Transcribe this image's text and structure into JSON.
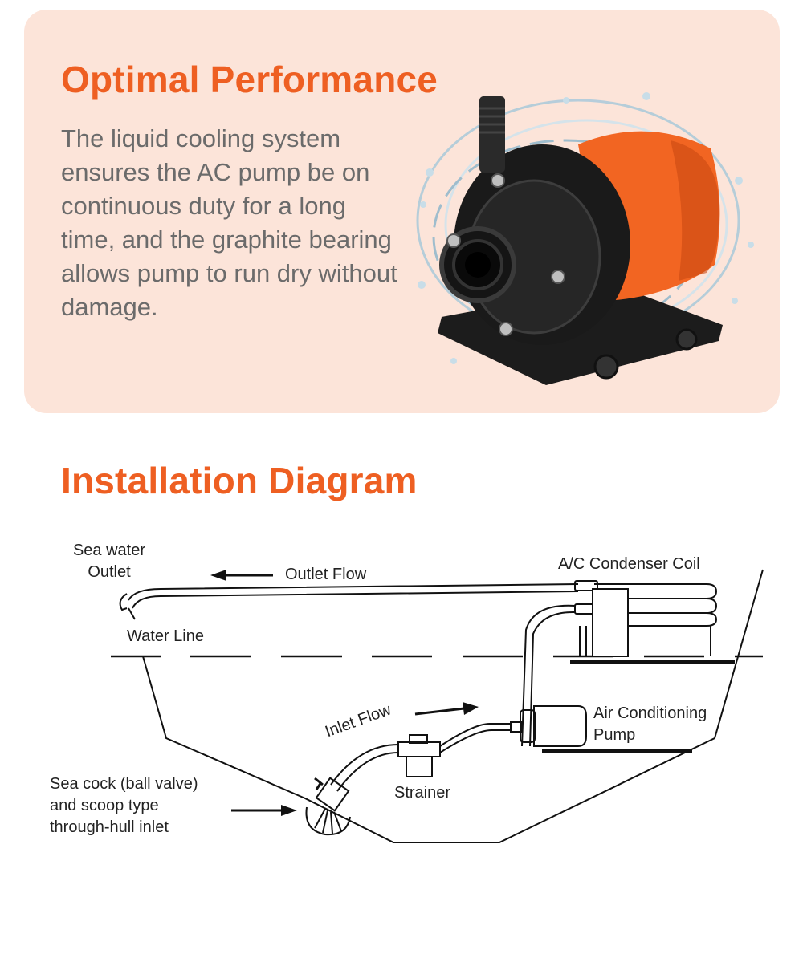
{
  "performance": {
    "title": "Optimal Performance",
    "body": "The liquid cooling system ensures the AC pump be on continuous duty for a long time, and the graphite bearing allows pump to run dry without damage."
  },
  "installation": {
    "title": "Installation Diagram",
    "labels": {
      "outlet_line1": "Sea water",
      "outlet_line2": "Outlet",
      "outlet_flow": "Outlet Flow",
      "condenser": "A/C Condenser Coil",
      "water_line": "Water Line",
      "inlet_flow": "Inlet Flow",
      "ac_pump_line1": "Air Conditioning",
      "ac_pump_line2": "Pump",
      "strainer": "Strainer",
      "seacock_line1": "Sea cock (ball valve)",
      "seacock_line2": "and scoop type",
      "seacock_line3": "through-hull inlet"
    }
  },
  "colors": {
    "accent": "#ee5f22",
    "card_bg": "#fce4d9",
    "body_text": "#6b6b6b",
    "pump_orange": "#f26522"
  }
}
